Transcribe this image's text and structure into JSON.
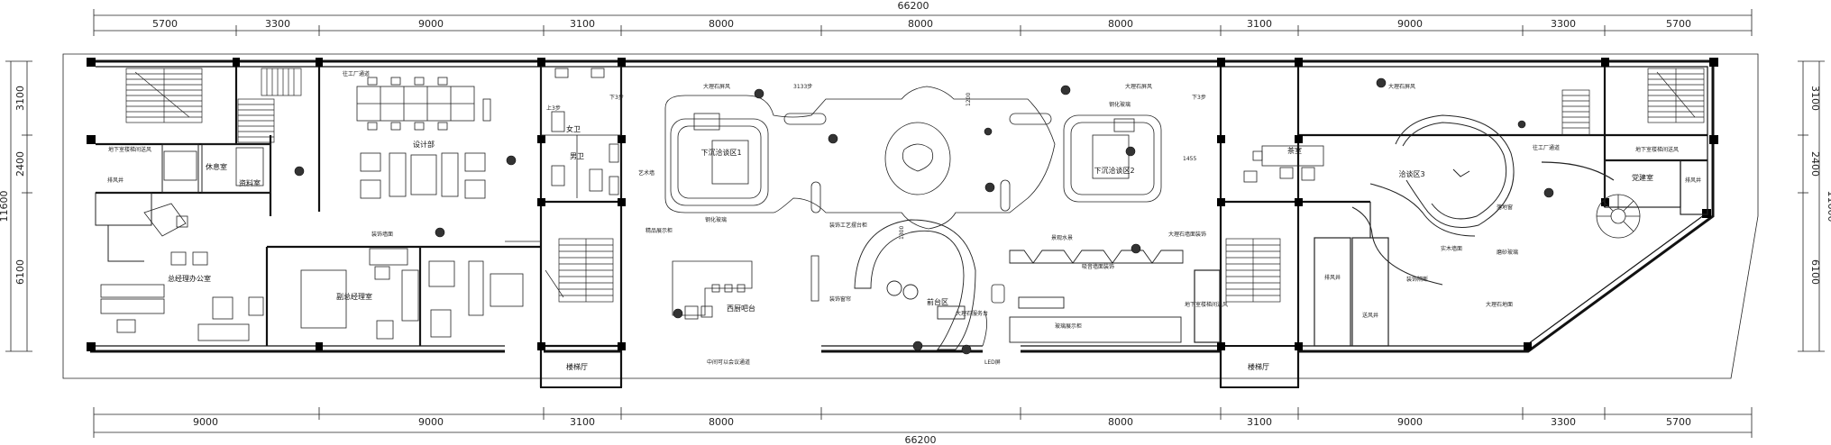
{
  "overall": {
    "top": "66200",
    "bottom": "66200",
    "left": "11600",
    "right": "11600"
  },
  "top_dims": [
    "5700",
    "3300",
    "9000",
    "3100",
    "8000",
    "8000",
    "8000",
    "3100",
    "9000",
    "3300",
    "5700"
  ],
  "bottom_dims": [
    "9000",
    "9000",
    "3100",
    "8000",
    "8000",
    "3100",
    "9000",
    "3300",
    "5700"
  ],
  "left_dims": [
    "3100",
    "2400",
    "6100"
  ],
  "right_dims": [
    "3100",
    "2400",
    "6100"
  ],
  "rooms": {
    "design": "设计部",
    "rest": "休息室",
    "data": "资料室",
    "director_office": "总经理办公室",
    "deputy_office": "副总经理室",
    "female_wc": "女卫",
    "male_wc": "男卫",
    "sunken1": "下沉洽谈区1",
    "sunken2": "下沉洽谈区2",
    "bar": "西厨吧台",
    "reception": "前台区",
    "stair_hall_left": "楼梯厅",
    "stair_hall_right": "楼梯厅",
    "tea": "茶室",
    "meeting3": "洽谈区3",
    "party": "党建室",
    "exhaust_left": "排风井",
    "exhaust_right": "排风井",
    "exhaust_mid": "排风井",
    "supply": "送风井",
    "basement_left": "地下室楼梯间送风",
    "basement_right": "地下室楼梯间送风",
    "basement_mid": "地下室楼梯间送风"
  },
  "notes": {
    "n_left_hall": "往工厂通道",
    "n_right_hall": "往工厂通道",
    "n_marble1": "大理石屏风",
    "n_marble2": "大理石屏风",
    "n_marble3": "大理石屏风",
    "n_marble_floor": "大理石地面",
    "n_step3": "3133步",
    "n_step_left": "下3步",
    "n_step_right": "下3步",
    "n_up3": "上3步",
    "n_glass": "钢化玻璃",
    "n_glass2": "钢化玻璃",
    "n_glass3": "磨砂玻璃",
    "n_craft": "装饰工艺摆台柜",
    "n_wall_paint": "装饰墙面",
    "n_water": "景观水景",
    "n_wood": "实木墙面",
    "n_stone_wall": "大理石墙面装饰",
    "n_display": "精品展示柜",
    "n_stone_counter": "大理石服务台",
    "n_acoustic": "吸音墙面装饰",
    "n_window": "落地窗",
    "n_corridor": "中间可以会议通道",
    "n_glass_box": "玻璃展示柜",
    "n_partition": "装饰隔断",
    "n_curtain": "装饰窗帘",
    "n_art": "艺术墙",
    "n_led": "LED屏",
    "n_d1200": "1200",
    "n_d1300": "1300",
    "n_d1455": "1455"
  }
}
